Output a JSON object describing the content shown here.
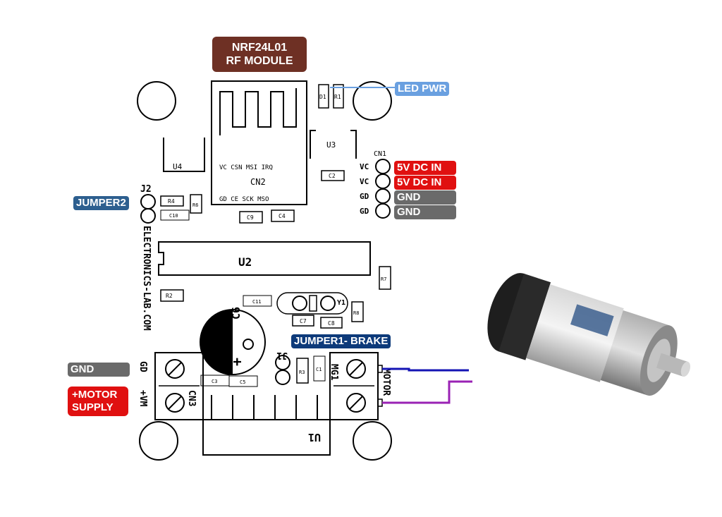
{
  "labels": {
    "rf_module_line1": "NRF24L01",
    "rf_module_line2": "RF MODULE",
    "led_pwr": "LED PWR",
    "jumper2": "JUMPER2",
    "jumper1": "JUMPER1- BRAKE",
    "dc_in_1": "5V DC IN",
    "dc_in_2": "5V DC IN",
    "gnd_1": "GND",
    "gnd_2": "GND",
    "gnd_motor": "GND",
    "motor_supply_line1": "+MOTOR",
    "motor_supply_line2": "SUPPLY"
  },
  "silkscreen": {
    "cn2": "CN2",
    "cn2_pins_top": "VC CSN MSI IRQ",
    "cn2_pins_bottom": "GD  CE  SCK MSO",
    "u1": "U1",
    "u2": "U2",
    "u3": "U3",
    "u4": "U4",
    "cn1": "CN1",
    "cn3": "CN3",
    "j1": "J1",
    "j2": "J2",
    "y1": "Y1",
    "c6": "C6",
    "plus": "+",
    "d1": "D1",
    "r1": "R1",
    "r2": "R2",
    "r3": "R3",
    "r4": "R4",
    "r6": "R6",
    "r7": "R7",
    "r8": "R8",
    "c1": "C1",
    "c2": "C2",
    "c3": "C3",
    "c4": "C4",
    "c5": "C5",
    "c7": "C7",
    "c8": "C8",
    "c9": "C9",
    "c10": "C10",
    "c11": "C11",
    "vc_1": "VC",
    "vc_2": "VC",
    "gd_1": "GD",
    "gd_2": "GD",
    "brand": "ELECTRONICS-LAB.COM",
    "cn3_pin_gd": "GD",
    "cn3_pin_vm": "+VM",
    "motor_conn": "MOTOR",
    "mg1": "MG1"
  },
  "wire_colors": {
    "motor_a": "#1414b4",
    "motor_b": "#9a22b4",
    "led_pwr_line": "#6aa0e0"
  }
}
